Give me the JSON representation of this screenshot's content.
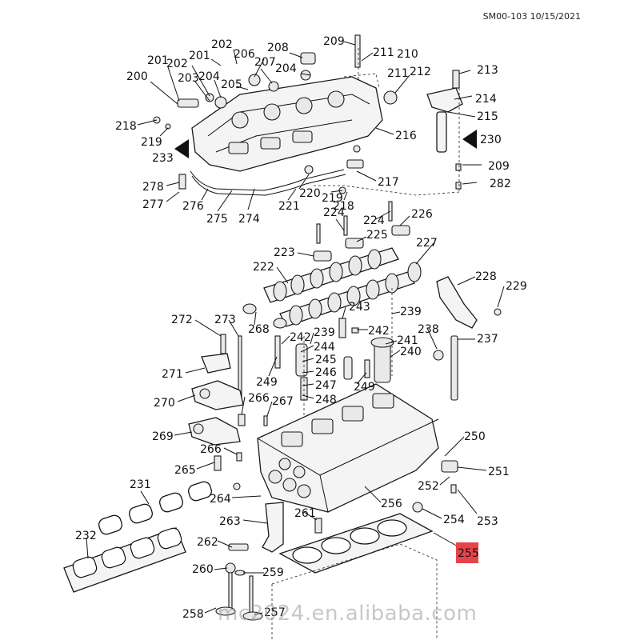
{
  "header": {
    "code": "SM00-103 10/15/2021"
  },
  "watermark": {
    "text": "mc2024.en.alibaba.com"
  },
  "colors": {
    "highlight": "#e8434a",
    "ink": "#111111",
    "paper": "#ffffff"
  },
  "callouts": [
    {
      "id": "c202a",
      "text": "202"
    },
    {
      "id": "c206",
      "text": "206"
    },
    {
      "id": "c208",
      "text": "208"
    },
    {
      "id": "c209a",
      "text": "209"
    },
    {
      "id": "c211a",
      "text": "211"
    },
    {
      "id": "c210",
      "text": "210"
    },
    {
      "id": "c201a",
      "text": "201"
    },
    {
      "id": "c201b",
      "text": "201"
    },
    {
      "id": "c202b",
      "text": "202"
    },
    {
      "id": "c207",
      "text": "207"
    },
    {
      "id": "c204a",
      "text": "204"
    },
    {
      "id": "c211b",
      "text": "211"
    },
    {
      "id": "c212",
      "text": "212"
    },
    {
      "id": "c213",
      "text": "213"
    },
    {
      "id": "c200",
      "text": "200"
    },
    {
      "id": "c203",
      "text": "203"
    },
    {
      "id": "c204b",
      "text": "204"
    },
    {
      "id": "c205",
      "text": "205"
    },
    {
      "id": "c214",
      "text": "214"
    },
    {
      "id": "c215",
      "text": "215"
    },
    {
      "id": "c218a",
      "text": "218"
    },
    {
      "id": "c216",
      "text": "216"
    },
    {
      "id": "c219a",
      "text": "219"
    },
    {
      "id": "c230",
      "text": "230"
    },
    {
      "id": "c233",
      "text": "233"
    },
    {
      "id": "c209b",
      "text": "209"
    },
    {
      "id": "c217",
      "text": "217"
    },
    {
      "id": "c282",
      "text": "282"
    },
    {
      "id": "c278",
      "text": "278"
    },
    {
      "id": "c220",
      "text": "220"
    },
    {
      "id": "c219b",
      "text": "219"
    },
    {
      "id": "c277",
      "text": "277"
    },
    {
      "id": "c276",
      "text": "276"
    },
    {
      "id": "c221",
      "text": "221"
    },
    {
      "id": "c218b",
      "text": "218"
    },
    {
      "id": "c275",
      "text": "275"
    },
    {
      "id": "c274",
      "text": "274"
    },
    {
      "id": "c224a",
      "text": "224"
    },
    {
      "id": "c224b",
      "text": "224"
    },
    {
      "id": "c226",
      "text": "226"
    },
    {
      "id": "c225",
      "text": "225"
    },
    {
      "id": "c227",
      "text": "227"
    },
    {
      "id": "c223",
      "text": "223"
    },
    {
      "id": "c222",
      "text": "222"
    },
    {
      "id": "c228",
      "text": "228"
    },
    {
      "id": "c229",
      "text": "229"
    },
    {
      "id": "c243",
      "text": "243"
    },
    {
      "id": "c239a",
      "text": "239"
    },
    {
      "id": "c272",
      "text": "272"
    },
    {
      "id": "c273",
      "text": "273"
    },
    {
      "id": "c268",
      "text": "268"
    },
    {
      "id": "c242a",
      "text": "242"
    },
    {
      "id": "c239b",
      "text": "239"
    },
    {
      "id": "c242b",
      "text": "242"
    },
    {
      "id": "c238",
      "text": "238"
    },
    {
      "id": "c241",
      "text": "241"
    },
    {
      "id": "c237",
      "text": "237"
    },
    {
      "id": "c244",
      "text": "244"
    },
    {
      "id": "c245",
      "text": "245"
    },
    {
      "id": "c240",
      "text": "240"
    },
    {
      "id": "c246",
      "text": "246"
    },
    {
      "id": "c271",
      "text": "271"
    },
    {
      "id": "c249a",
      "text": "249"
    },
    {
      "id": "c247",
      "text": "247"
    },
    {
      "id": "c249b",
      "text": "249"
    },
    {
      "id": "c248",
      "text": "248"
    },
    {
      "id": "c270",
      "text": "270"
    },
    {
      "id": "c266a",
      "text": "266"
    },
    {
      "id": "c267",
      "text": "267"
    },
    {
      "id": "c269",
      "text": "269"
    },
    {
      "id": "c250",
      "text": "250"
    },
    {
      "id": "c266b",
      "text": "266"
    },
    {
      "id": "c265",
      "text": "265"
    },
    {
      "id": "c251",
      "text": "251"
    },
    {
      "id": "c231",
      "text": "231"
    },
    {
      "id": "c252",
      "text": "252"
    },
    {
      "id": "c264",
      "text": "264"
    },
    {
      "id": "c256",
      "text": "256"
    },
    {
      "id": "c261",
      "text": "261"
    },
    {
      "id": "c254",
      "text": "254"
    },
    {
      "id": "c263",
      "text": "263"
    },
    {
      "id": "c253",
      "text": "253"
    },
    {
      "id": "c232",
      "text": "232"
    },
    {
      "id": "c262",
      "text": "262"
    },
    {
      "id": "c255",
      "text": "255"
    },
    {
      "id": "c260",
      "text": "260"
    },
    {
      "id": "c259",
      "text": "259"
    },
    {
      "id": "c258",
      "text": "258"
    },
    {
      "id": "c257",
      "text": "257"
    }
  ]
}
